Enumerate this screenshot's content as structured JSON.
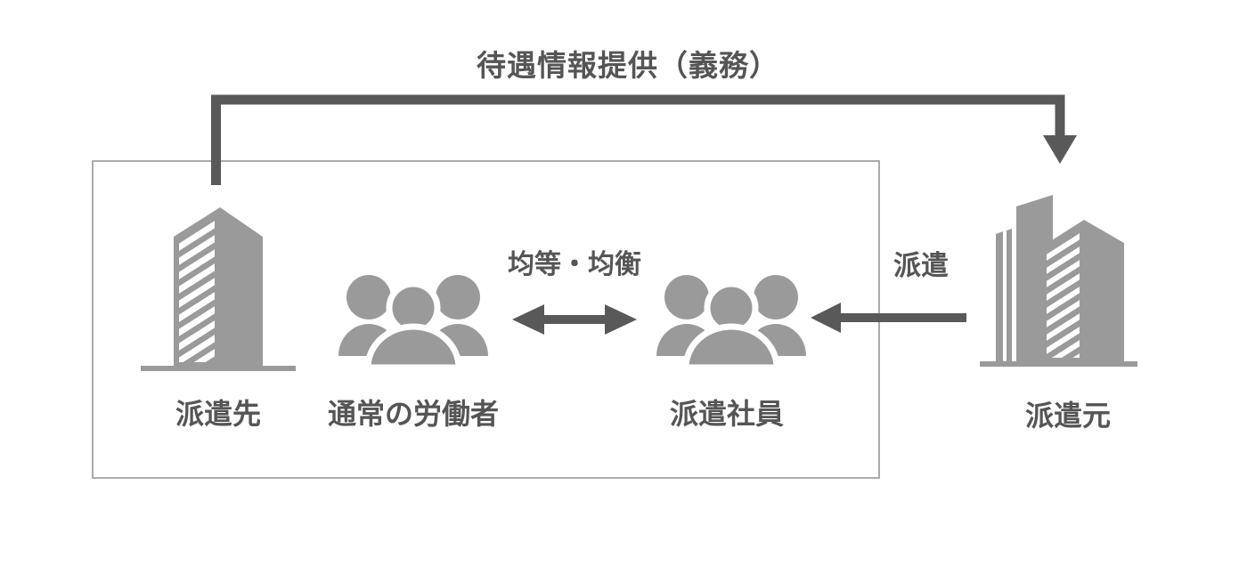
{
  "colors": {
    "icon_gray": "#9a9a9a",
    "arrow_gray": "#595959",
    "text_gray": "#555555",
    "box_border": "#ababab",
    "background": "#ffffff",
    "stripe_white": "#ffffff"
  },
  "diagram": {
    "top_flow_label": "待遇情報提供（義務）",
    "parity_label": "均等・均衡",
    "dispatch_label": "派遣",
    "nodes": {
      "client_company": {
        "label": "派遣先",
        "icon": "office-building-icon"
      },
      "regular_workers": {
        "label": "通常の労働者",
        "icon": "people-group-icon"
      },
      "dispatched_employees": {
        "label": "派遣社員",
        "icon": "people-group-icon"
      },
      "staffing_agency": {
        "label": "派遣元",
        "icon": "office-buildings-icon"
      }
    }
  }
}
